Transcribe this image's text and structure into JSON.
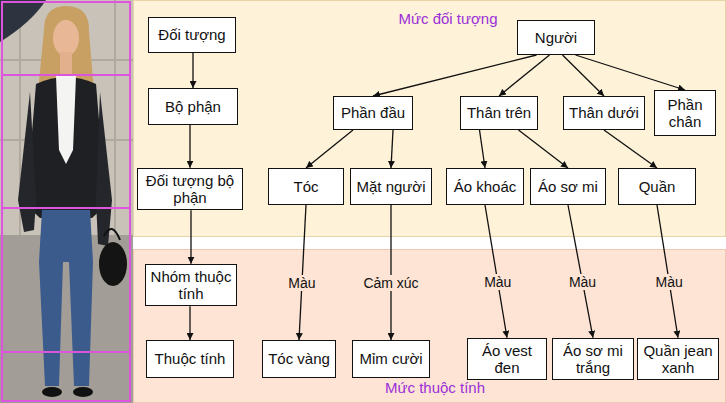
{
  "diagram": {
    "nodes": [
      {
        "text": [
          "Mức đối tượng"
        ]
      },
      {
        "text": [
          "Đối tượng"
        ],
        "in": 0
      },
      {
        "text": [
          "Bộ phận"
        ],
        "in": 0
      },
      {
        "text": [
          "Đối tượng bộ phận"
        ],
        "in": 0
      },
      {
        "text": [
          "Người"
        ],
        "in": 0
      },
      {
        "text": [
          "Phần đầu"
        ],
        "in": 0
      },
      {
        "text": [
          "Thân trên"
        ],
        "in": 0
      },
      {
        "text": [
          "Thân dưới"
        ],
        "in": 0
      },
      {
        "text": [
          "Phần chân"
        ],
        "in": 0
      },
      {
        "text": [
          "Tóc"
        ],
        "in": 0
      },
      {
        "text": [
          "Mặt người"
        ],
        "in": 0
      },
      {
        "text": [
          "Áo khoác"
        ],
        "in": 0
      },
      {
        "text": [
          "Áo sơ mi"
        ],
        "in": 0
      },
      {
        "text": [
          "Quần"
        ],
        "in": 0
      },
      {
        "text": [
          "Mức thuộc tính"
        ]
      },
      {
        "text": [
          "Nhóm thuộc tính"
        ],
        "in": 14
      },
      {
        "text": [
          "Thuộc tính"
        ],
        "in": 14
      },
      {
        "text": [
          "Tóc vàng"
        ],
        "in": 14
      },
      {
        "text": [
          "Mỉm cười"
        ],
        "in": 14
      },
      {
        "text": [
          "Áo vest đen"
        ],
        "in": 14
      },
      {
        "text": [
          "Áo sơ mi trắng"
        ],
        "in": 14
      },
      {
        "text": [
          "Quần jean xanh"
        ],
        "in": 14
      }
    ],
    "edges": [
      {
        "from": 1,
        "to": 2,
        "arrow": "to"
      },
      {
        "from": 2,
        "to": 3,
        "arrow": "to"
      },
      {
        "from": 3,
        "to": 15,
        "arrow": "to"
      },
      {
        "from": 15,
        "to": 16,
        "arrow": "to"
      },
      {
        "from": 4,
        "to": 5,
        "arrow": "to"
      },
      {
        "from": 4,
        "to": 6,
        "arrow": "to"
      },
      {
        "from": 4,
        "to": 7,
        "arrow": "to"
      },
      {
        "from": 4,
        "to": 8,
        "arrow": "to"
      },
      {
        "from": 5,
        "to": 9,
        "arrow": "to"
      },
      {
        "from": 5,
        "to": 10,
        "arrow": "to"
      },
      {
        "from": 6,
        "to": 11,
        "arrow": "to"
      },
      {
        "from": 6,
        "to": 12,
        "arrow": "to"
      },
      {
        "from": 7,
        "to": 13,
        "arrow": "to"
      },
      {
        "from": 9,
        "to": 17,
        "label": "Màu",
        "arrow": "to"
      },
      {
        "from": 10,
        "to": 18,
        "label": "Cảm xúc",
        "arrow": "to"
      },
      {
        "from": 11,
        "to": 19,
        "label": "Màu",
        "arrow": "to"
      },
      {
        "from": 12,
        "to": 20,
        "label": "Màu",
        "arrow": "to"
      },
      {
        "from": 13,
        "to": 21,
        "label": "Màu",
        "arrow": "to"
      }
    ]
  }
}
